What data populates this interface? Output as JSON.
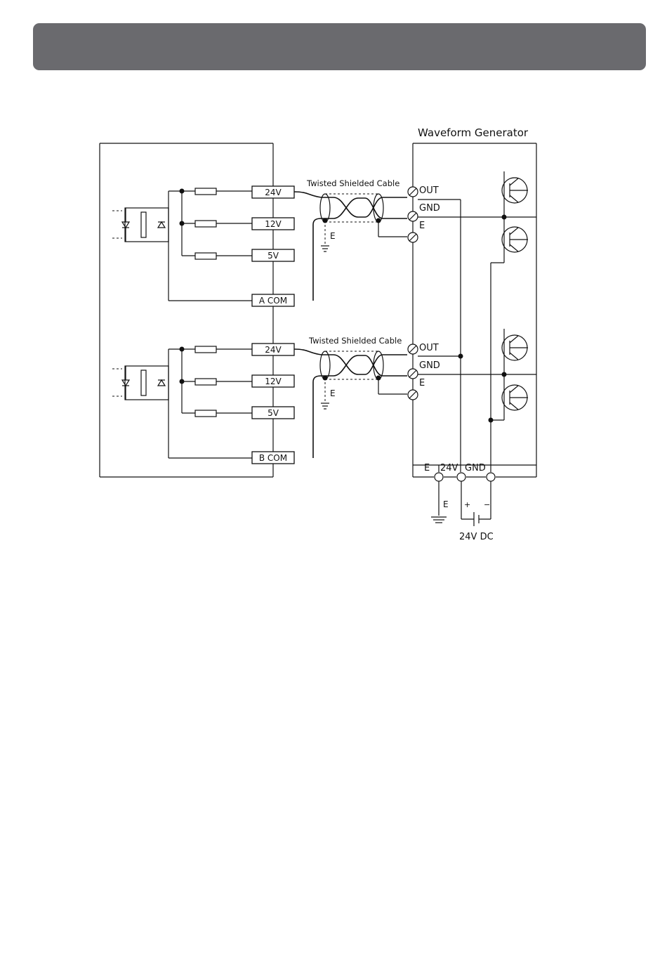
{
  "header": {
    "title": ""
  },
  "diagram": {
    "waveform_generator_label": "Waveform Generator",
    "cable_label_a": "Twisted Shielded Cable",
    "cable_label_b": "Twisted Shielded Cable",
    "channel_a": {
      "terminals": [
        "24V",
        "12V",
        "5V"
      ],
      "com_label": "A COM"
    },
    "channel_b": {
      "terminals": [
        "24V",
        "12V",
        "5V"
      ],
      "com_label": "B COM"
    },
    "generator_terminals_a": [
      "OUT",
      "GND",
      "E"
    ],
    "generator_terminals_b": [
      "OUT",
      "GND",
      "E"
    ],
    "shield_ground_label_a": "E",
    "shield_ground_label_b": "E",
    "power_terminals": [
      "E",
      "24V",
      "GND"
    ],
    "power_ground_label": "E",
    "supply_label": "24V DC",
    "supply_plus": "+",
    "supply_minus": "−"
  }
}
